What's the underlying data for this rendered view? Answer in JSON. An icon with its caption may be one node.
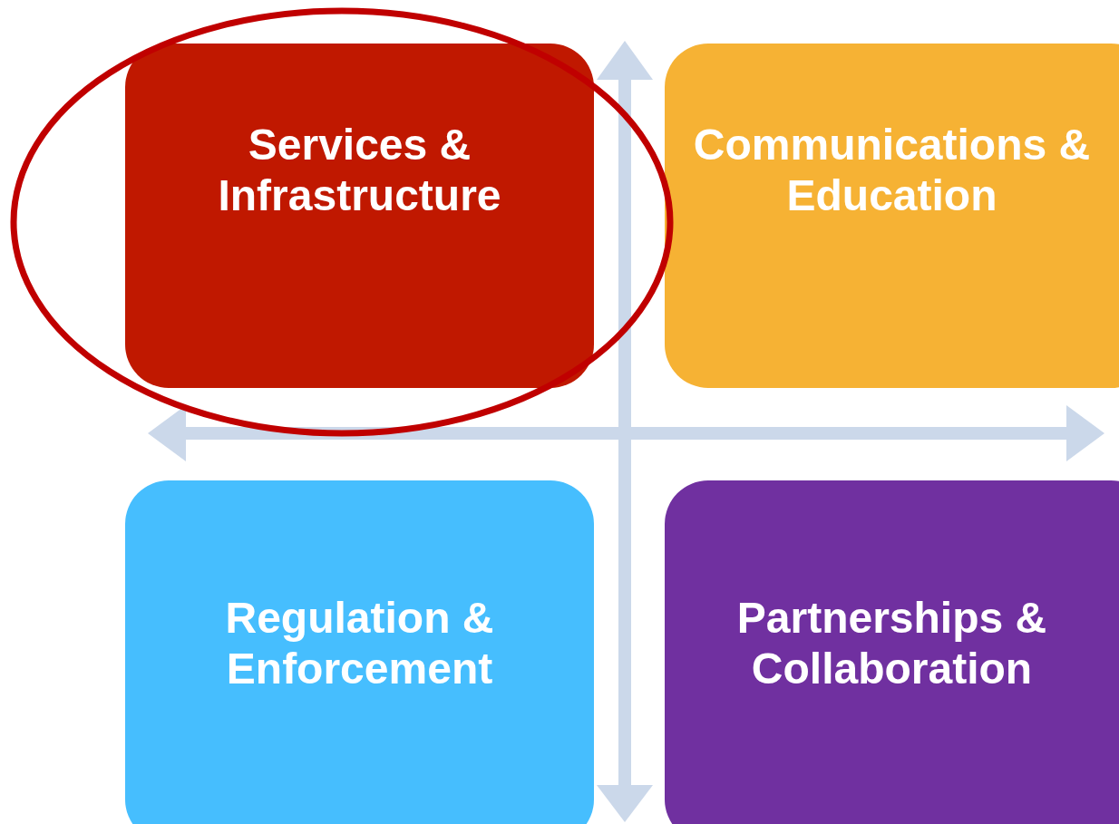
{
  "diagram": {
    "nodes": [
      {
        "text": [
          "Services & Infrastructure"
        ]
      },
      {
        "text": [
          "Communications & Education"
        ]
      },
      {
        "text": [
          "Regulation & Enforcement"
        ]
      },
      {
        "text": [
          "Partnerships & Collaboration"
        ]
      }
    ]
  }
}
